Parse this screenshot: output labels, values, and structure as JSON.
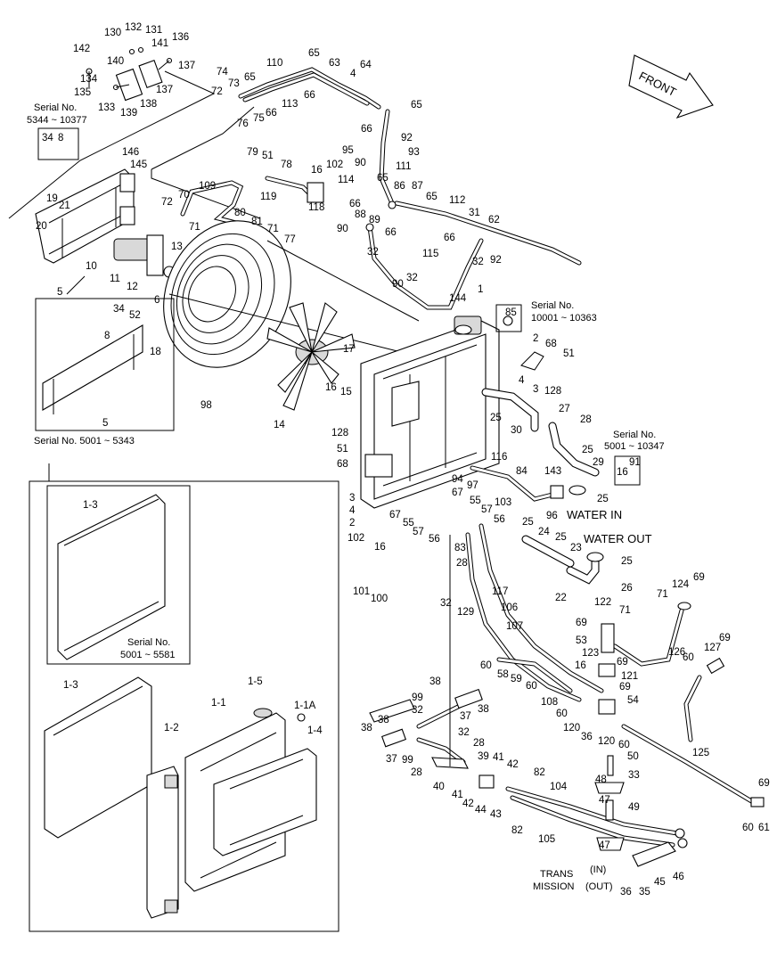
{
  "callouts": [
    "130",
    "132",
    "131",
    "141",
    "136",
    "142",
    "140",
    "137",
    "134",
    "137",
    "135",
    "133",
    "139",
    "138",
    "74",
    "72",
    "73",
    "65",
    "110",
    "65",
    "63",
    "4",
    "64",
    "76",
    "75",
    "66",
    "113",
    "66",
    "65",
    "146",
    "145",
    "95",
    "92",
    "90",
    "93",
    "66",
    "111",
    "114",
    "65",
    "86",
    "87",
    "65",
    "112",
    "79",
    "51",
    "78",
    "16",
    "102",
    "78",
    "109",
    "72",
    "70",
    "119",
    "118",
    "80",
    "71",
    "81",
    "71",
    "77",
    "66",
    "88",
    "89",
    "66",
    "31",
    "62",
    "90",
    "32",
    "66",
    "32",
    "92",
    "115",
    "90",
    "32",
    "19",
    "21",
    "20",
    "5",
    "10",
    "11",
    "12",
    "6",
    "13",
    "18",
    "98",
    "14",
    "16",
    "15",
    "17",
    "34",
    "52",
    "8",
    "5",
    "144",
    "1",
    "85",
    "2",
    "68",
    "51",
    "4",
    "3",
    "128",
    "25",
    "30",
    "27",
    "28",
    "25",
    "25",
    "29",
    "25",
    "91",
    "16",
    "128",
    "51",
    "68",
    "116",
    "84",
    "94",
    "97",
    "67",
    "55",
    "57",
    "56",
    "103",
    "143",
    "96",
    "3",
    "4",
    "2",
    "67",
    "55",
    "57",
    "56",
    "25",
    "24",
    "25",
    "23",
    "83",
    "25",
    "22",
    "26",
    "102",
    "16",
    "101",
    "100",
    "28",
    "32",
    "117",
    "129",
    "106",
    "107",
    "124",
    "69",
    "71",
    "122",
    "69",
    "71",
    "53",
    "123",
    "16",
    "121",
    "69",
    "126",
    "127",
    "69",
    "60",
    "69",
    "60",
    "58",
    "59",
    "60",
    "108",
    "54",
    "60",
    "120",
    "36",
    "120",
    "60",
    "125",
    "38",
    "99",
    "32",
    "37",
    "38",
    "38",
    "38",
    "32",
    "37",
    "99",
    "28",
    "39",
    "41",
    "42",
    "28",
    "40",
    "41",
    "42",
    "44",
    "43",
    "82",
    "104",
    "50",
    "33",
    "48",
    "47",
    "49",
    "82",
    "105",
    "47",
    "46",
    "45",
    "35",
    "36",
    "69",
    "60",
    "61"
  ],
  "serial_notes": {
    "top_left": {
      "title": "Serial No.",
      "range": "5344 ~ 10377"
    },
    "left_panel": {
      "title": "Serial No. 5001 ~ 5343"
    },
    "radiator": {
      "title": "Serial No.",
      "range": "10001 ~ 10363"
    },
    "water_pipe": {
      "title": "Serial No.",
      "range": "5001 ~ 10347"
    },
    "inset": {
      "title": "Serial No.",
      "range": "5001 ~ 5581"
    }
  },
  "inset_callouts": [
    "1-3",
    "1-3",
    "1-5",
    "1-1",
    "1-1A",
    "1-4",
    "1-2"
  ],
  "flow_labels": {
    "front": "FRONT",
    "water_in": "WATER IN",
    "water_out": "WATER OUT",
    "trans": "TRANS",
    "mission": "MISSION",
    "in": "(IN)",
    "out": "(OUT)"
  },
  "colors": {
    "line": "#000000",
    "background": "#ffffff",
    "fill_shade": "#d9d9d9"
  }
}
